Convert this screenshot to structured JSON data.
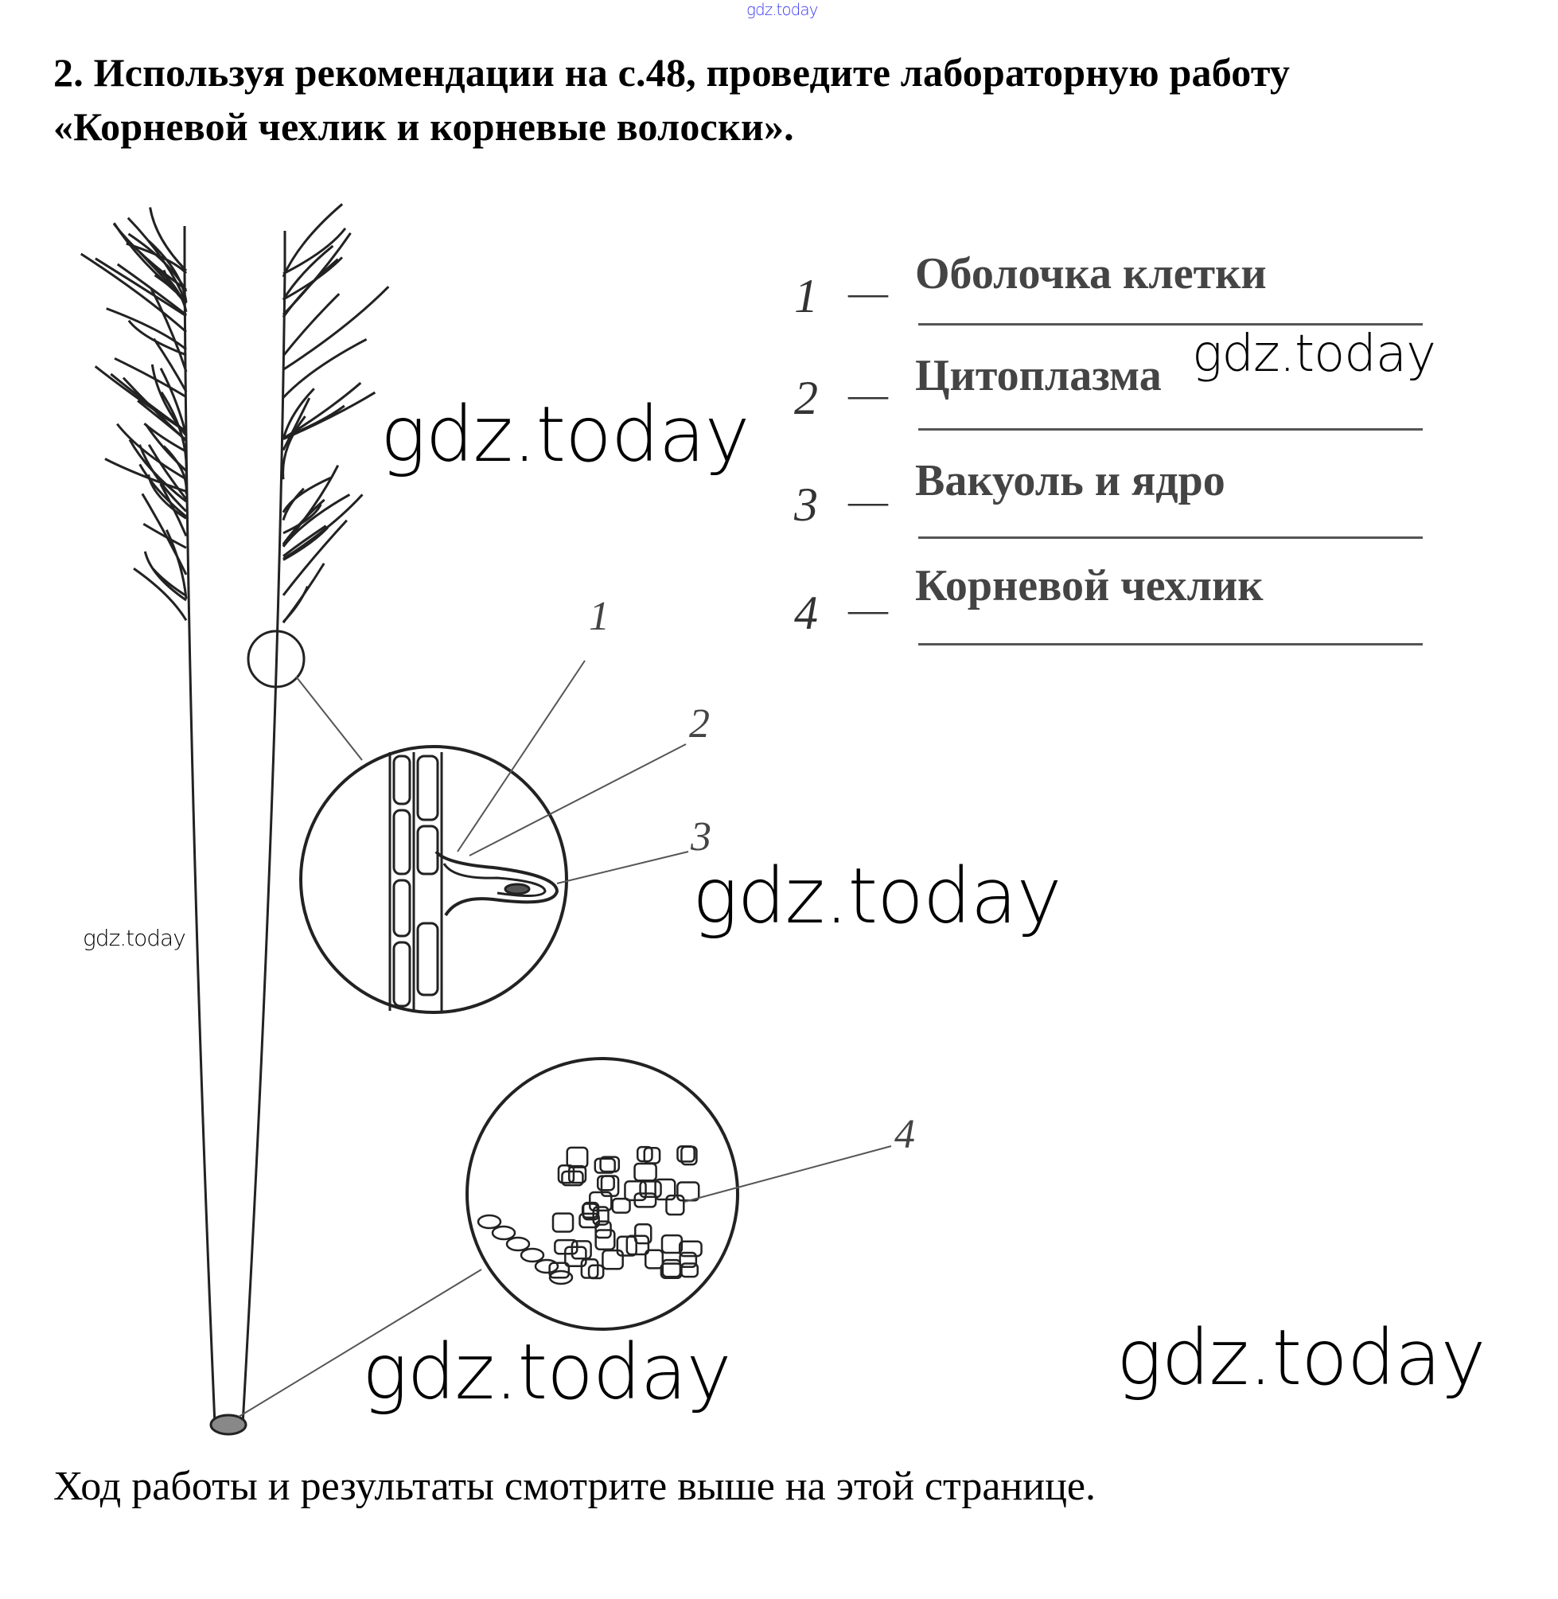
{
  "task": {
    "title_line1": "2. Используя рекомендации на с.48, проведите лабораторную работу",
    "title_line2": "«Корневой чехлик и корневые волоски»."
  },
  "legend": [
    {
      "num": "1",
      "dash": "—",
      "label": "Оболочка клетки"
    },
    {
      "num": "2",
      "dash": "—",
      "label": "Цитоплазма"
    },
    {
      "num": "3",
      "dash": "—",
      "label": "Вакуоль и ядро"
    },
    {
      "num": "4",
      "dash": "—",
      "label": "Корневой чехлик"
    }
  ],
  "figure_labels": [
    "1",
    "2",
    "3",
    "4"
  ],
  "footer_text": "Ход работы и результаты смотрите выше на этой странице.",
  "watermark": "gdz.today",
  "colors": {
    "watermark_top": "#3a3af0",
    "text": "#000000"
  }
}
